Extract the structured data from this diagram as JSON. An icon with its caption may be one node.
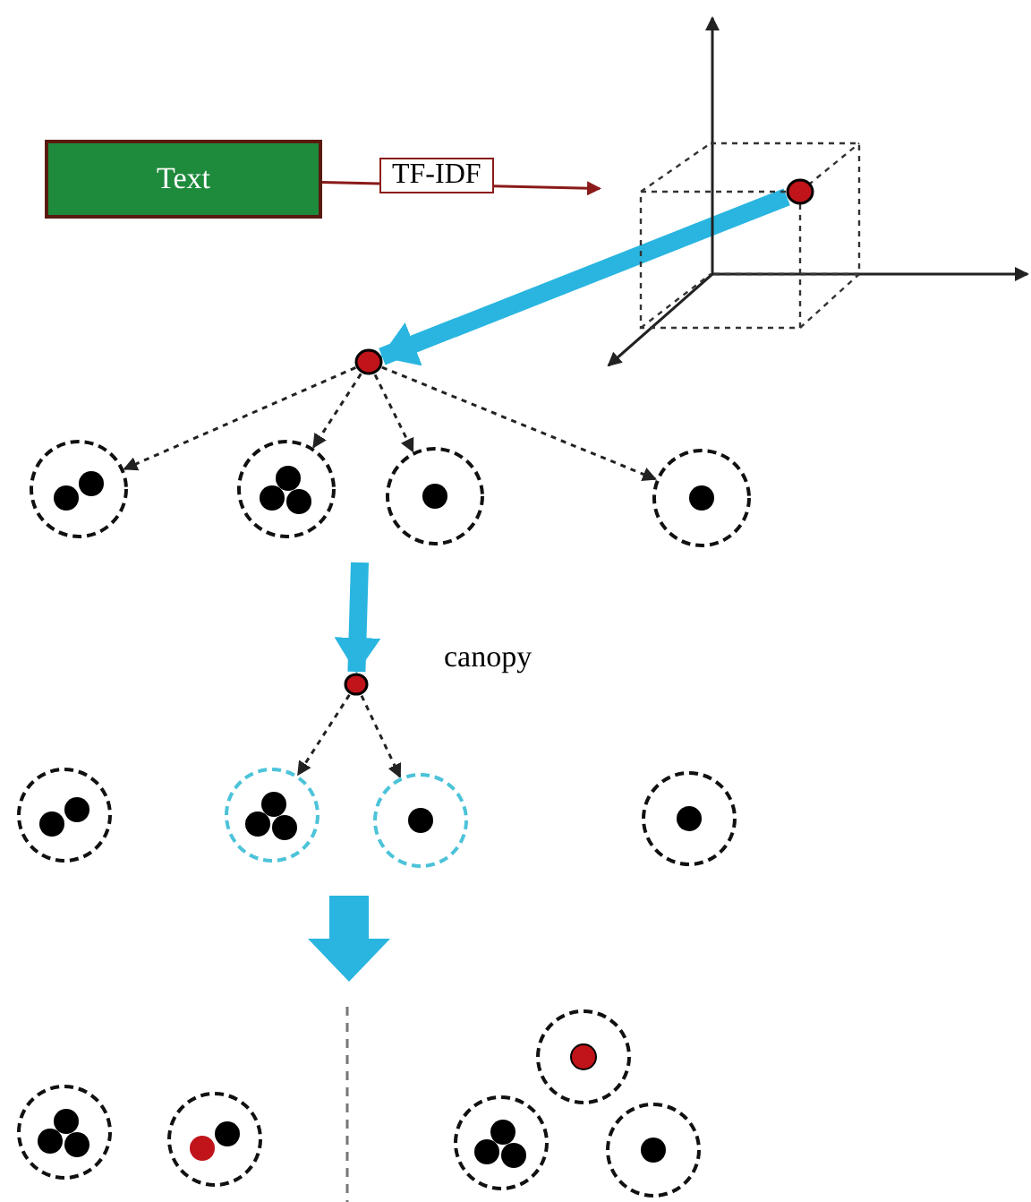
{
  "diagram": {
    "nodes": [
      {
        "text": [
          "Text"
        ]
      },
      {
        "text": [],
        "shape": "cube"
      },
      {
        "text": [],
        "shape": "circle",
        "in": 1
      },
      {
        "text": [],
        "shape": "circle"
      },
      {
        "text": [],
        "shape": "circle"
      },
      {
        "text": [],
        "shape": "circle"
      },
      {
        "text": [],
        "shape": "circle"
      },
      {
        "text": [],
        "shape": "circle"
      },
      {
        "text": [],
        "shape": "circle",
        "beside": [
          "canopy"
        ]
      },
      {
        "text": [],
        "shape": "circle"
      },
      {
        "text": [],
        "shape": "circle"
      },
      {
        "text": [],
        "shape": "circle"
      },
      {
        "text": [],
        "shape": "circle"
      },
      {
        "text": [],
        "shape": "circle"
      },
      {
        "text": [],
        "shape": "circle"
      },
      {
        "text": [],
        "shape": "circle"
      },
      {
        "text": [],
        "shape": "circle"
      },
      {
        "text": [],
        "shape": "circle"
      }
    ],
    "edges": [
      {
        "from": 0,
        "to": 1,
        "arrow": "to",
        "label": "TF-IDF",
        "color": "#8b1a1a"
      },
      {
        "from": 2,
        "to": 3,
        "arrow": "to",
        "style": "thick",
        "color": "#29b5e0"
      },
      {
        "from": 3,
        "to": 4,
        "arrow": "to",
        "style": "dashed"
      },
      {
        "from": 3,
        "to": 5,
        "arrow": "to",
        "style": "dashed"
      },
      {
        "from": 3,
        "to": 6,
        "arrow": "to",
        "style": "dashed"
      },
      {
        "from": 3,
        "to": 7,
        "arrow": "to",
        "style": "dashed"
      },
      {
        "from": null,
        "to": 8,
        "arrow": "to",
        "style": "thick",
        "color": "#29b5e0"
      },
      {
        "from": 8,
        "to": 10,
        "arrow": "to",
        "style": "dashed"
      },
      {
        "from": 8,
        "to": 11,
        "arrow": "to",
        "style": "dashed"
      }
    ]
  }
}
